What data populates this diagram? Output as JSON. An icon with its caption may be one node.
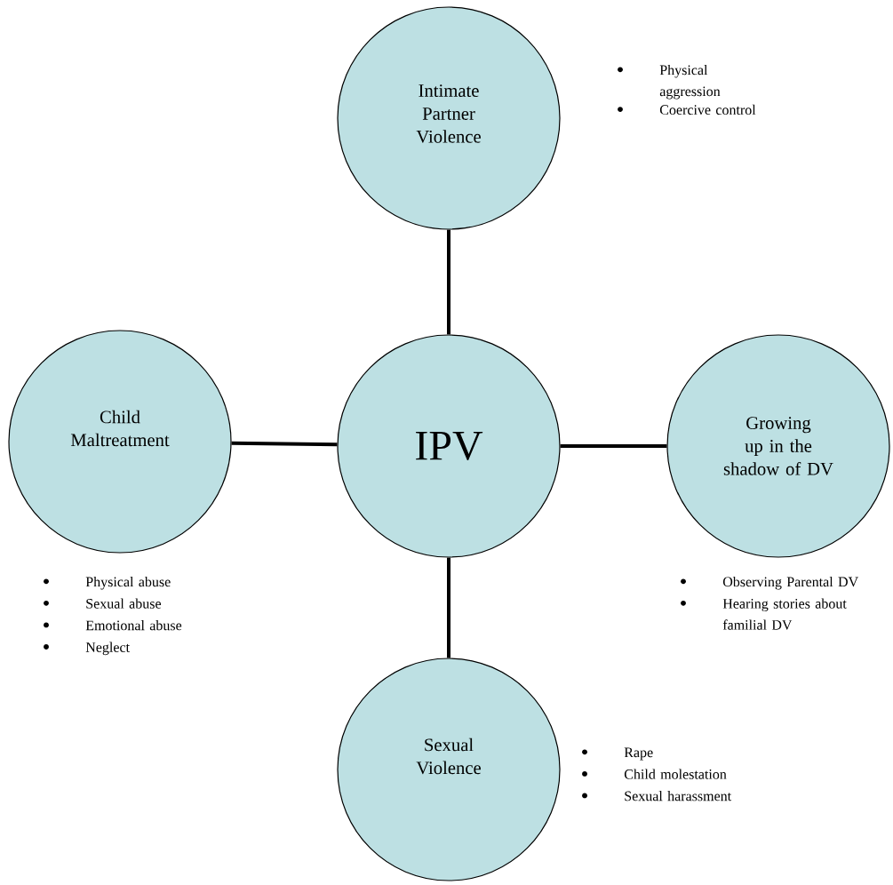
{
  "diagram": {
    "nodes": [
      {
        "text": [
          "Intimate Partner Violence"
        ],
        "beside": [
          "Physical aggression",
          "Coercive control"
        ]
      },
      {
        "text": [
          "Child Maltreatment"
        ],
        "beside": [
          "Physical abuse",
          "Sexual abuse",
          "Emotional abuse",
          "Neglect"
        ]
      },
      {
        "text": [
          "IPV"
        ]
      },
      {
        "text": [
          "Growing up in the shadow of DV"
        ],
        "beside": [
          "Observing Parental DV",
          "Hearing stories about familial DV"
        ]
      },
      {
        "text": [
          "Sexual Violence"
        ],
        "beside": [
          "Rape",
          "Child molestation",
          "Sexual harassment"
        ]
      }
    ],
    "edges": [
      {
        "from": 2,
        "to": 0,
        "arrow": "none"
      },
      {
        "from": 2,
        "to": 1,
        "arrow": "none"
      },
      {
        "from": 2,
        "to": 3,
        "arrow": "none"
      },
      {
        "from": 2,
        "to": 4,
        "arrow": "none"
      }
    ]
  }
}
